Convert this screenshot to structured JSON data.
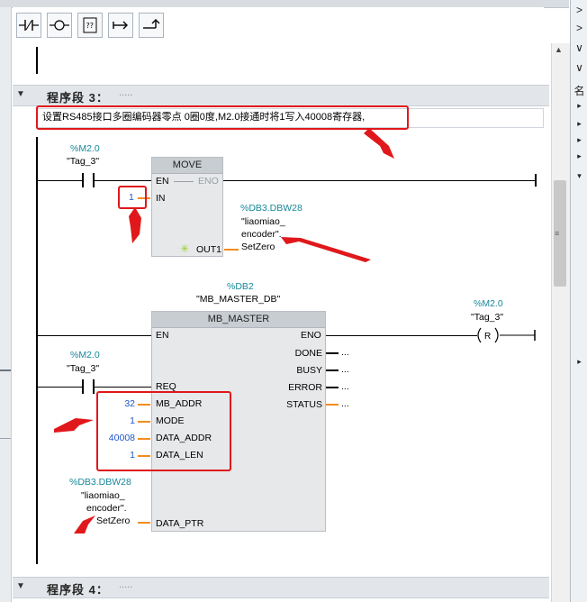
{
  "toolbar": {
    "buttons": [
      {
        "name": "nc-contact-button",
        "glyph": "⊣/⊢"
      },
      {
        "name": "coil-button",
        "glyph": "–o–"
      },
      {
        "name": "empty-box-button",
        "glyph": "[??]"
      },
      {
        "name": "open-branch-button",
        "glyph": "↦"
      },
      {
        "name": "close-branch-button",
        "glyph": "↰"
      }
    ]
  },
  "right_panel": {
    "label_char": "名",
    "chevrons": [
      ">",
      ">",
      "∨",
      "∨",
      "▸",
      "▸",
      "▸",
      "▸",
      "▾",
      "▸"
    ]
  },
  "network3": {
    "title": "程序段 3：",
    "dots": ".....",
    "comment": "设置RS485接口多圈编码器零点  0圈0度,M2.0接通时将1写入40008寄存器,",
    "contact1": {
      "address": "%M2.0",
      "tag": "\"Tag_3\""
    },
    "move": {
      "title": "MOVE",
      "en": "EN",
      "eno": "ENO",
      "in_label": "IN",
      "in_value": "1",
      "out_label": "OUT1",
      "out_star": "✳",
      "out_addr": "%DB3.DBW28",
      "out_name_line1": "\"liaomiao_",
      "out_name_line2": "encoder\".",
      "out_name_line3": "SetZero"
    },
    "mb": {
      "instance_addr": "%DB2",
      "instance_name": "\"MB_MASTER_DB\"",
      "title": "MB_MASTER",
      "en": "EN",
      "eno": "ENO",
      "inputs": [
        {
          "label": "REQ",
          "value": ""
        },
        {
          "label": "MB_ADDR",
          "value": "32"
        },
        {
          "label": "MODE",
          "value": "1"
        },
        {
          "label": "DATA_ADDR",
          "value": "40008"
        },
        {
          "label": "DATA_LEN",
          "value": "1"
        },
        {
          "label": "DATA_PTR",
          "value": ""
        }
      ],
      "outputs": [
        {
          "label": "DONE",
          "value": "..."
        },
        {
          "label": "BUSY",
          "value": "..."
        },
        {
          "label": "ERROR",
          "value": "..."
        },
        {
          "label": "STATUS",
          "value": "..."
        }
      ],
      "ptr_addr": "%DB3.DBW28",
      "ptr_line1": "\"liaomiao_",
      "ptr_line2": "encoder\".",
      "ptr_line3": "SetZero"
    },
    "contact2": {
      "address": "%M2.0",
      "tag": "\"Tag_3\""
    },
    "coil": {
      "address": "%M2.0",
      "tag": "\"Tag_3\"",
      "type": "R"
    }
  },
  "network4": {
    "title": "程序段 4：",
    "dots": "....."
  },
  "colors": {
    "annotation_red": "#e0181b",
    "tag_teal": "#16899a",
    "wire_orange": "#f28c1e",
    "value_blue": "#1f56c8"
  }
}
